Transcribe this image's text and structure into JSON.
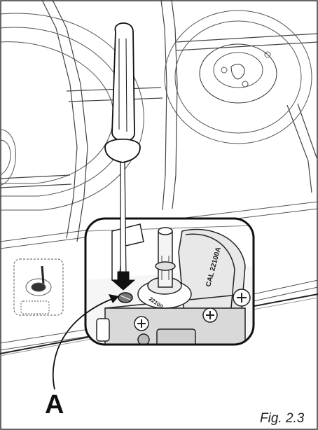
{
  "figure": {
    "callout_label": "A",
    "caption": "Fig. 2.3",
    "valve_stamp_main": "CAL 22100A",
    "valve_stamp_ring": "22100"
  },
  "icons": {
    "screwdriver": "screwdriver-icon",
    "press_arrow": "down-arrow-icon"
  }
}
